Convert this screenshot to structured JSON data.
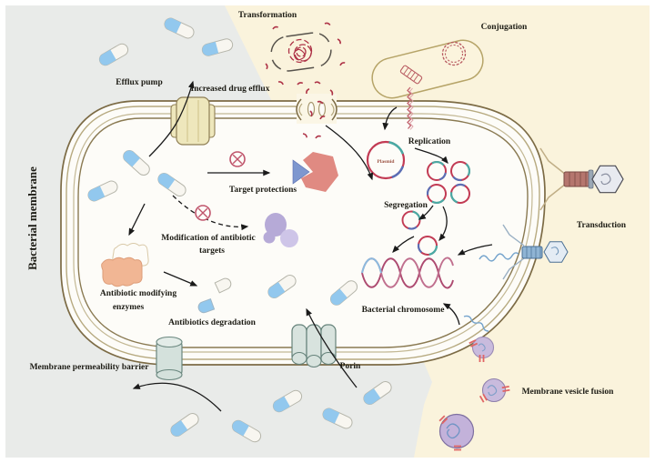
{
  "diagram": {
    "side_title": "Bacterial membrane",
    "labels": {
      "transformation": "Transformation",
      "conjugation": "Conjugation",
      "efflux_pump": "Efflux pump",
      "increased_drug_efflux": "Increased drug efflux",
      "target_protections": "Target protections",
      "replication": "Replication",
      "plasmid": "Plasmid",
      "segregation": "Segregation",
      "modification_line1": "Modification of antibiotic",
      "modification_line2": "targets",
      "enzymes_line1": "Antibiotic modifying",
      "enzymes_line2": "enzymes",
      "antibiotics_degradation": "Antibiotics degradation",
      "membrane_permeability_barrier": "Membrane permeability barrier",
      "porin": "Porin",
      "bacterial_chromosome": "Bacterial chromosome",
      "transduction": "Transduction",
      "membrane_vesicle_fusion": "Membrane vesicle fusion"
    },
    "colors": {
      "background_left": "#e9ebe9",
      "background_right": "#faf3dc",
      "cell_fill": "#fdfcf8",
      "membrane_dark": "#7c6b45",
      "membrane_light": "#b7aa80",
      "pill_blue": "#92c8ee",
      "dna_red": "#ae3347",
      "plasmid_red": "#c23b54",
      "plasmid_teal": "#49aaa4",
      "plasmid_blue": "#5b6fb5",
      "enzyme_peach": "#f1b694",
      "target_purple": "#b6aad7",
      "channel_teal": "#d8e3de",
      "pump_yellow": "#eee7bc",
      "vesicle_purple": "#c9bbdd",
      "helix_pink": "#b55577",
      "helix_blue": "#8cbade",
      "prohibit_red": "#c0556c"
    }
  }
}
